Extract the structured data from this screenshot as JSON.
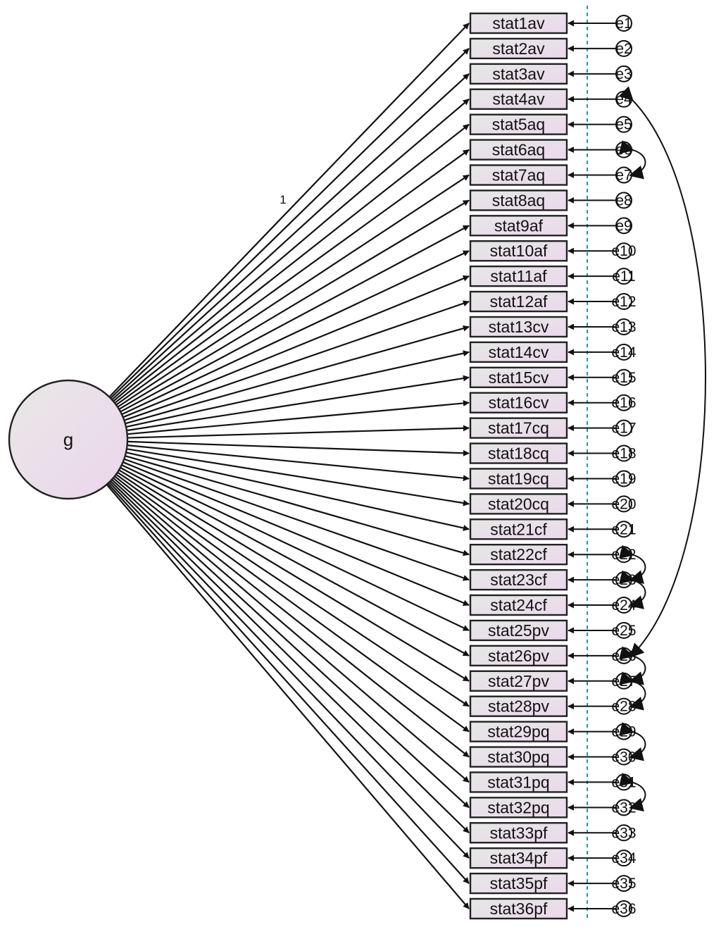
{
  "latent": {
    "label": "g"
  },
  "fixed_loading_label": "1",
  "indicators": [
    "stat1av",
    "stat2av",
    "stat3av",
    "stat4av",
    "stat5aq",
    "stat6aq",
    "stat7aq",
    "stat8aq",
    "stat9af",
    "stat10af",
    "stat11af",
    "stat12af",
    "stat13cv",
    "stat14cv",
    "stat15cv",
    "stat16cv",
    "stat17cq",
    "stat18cq",
    "stat19cq",
    "stat20cq",
    "stat21cf",
    "stat22cf",
    "stat23cf",
    "stat24cf",
    "stat25pv",
    "stat26pv",
    "stat27pv",
    "stat28pv",
    "stat29pq",
    "stat30pq",
    "stat31pq",
    "stat32pq",
    "stat33pf",
    "stat34pf",
    "stat35pf",
    "stat36pf"
  ],
  "errors": [
    "e1",
    "e2",
    "e3",
    "e4",
    "e5",
    "e6",
    "e7",
    "e8",
    "e9",
    "e10",
    "e11",
    "e12",
    "e13",
    "e14",
    "e15",
    "e16",
    "e17",
    "e18",
    "e19",
    "e20",
    "e21",
    "e22",
    "e23",
    "e24",
    "e25",
    "e26",
    "e27",
    "e28",
    "e29",
    "e30",
    "e31",
    "e32",
    "e33",
    "e34",
    "e35",
    "e36"
  ],
  "error_covariances": [
    [
      "e4",
      "e26"
    ],
    [
      "e6",
      "e7"
    ],
    [
      "e22",
      "e23"
    ],
    [
      "e23",
      "e24"
    ],
    [
      "e26",
      "e27"
    ],
    [
      "e27",
      "e28"
    ],
    [
      "e29",
      "e30"
    ],
    [
      "e31",
      "e32"
    ]
  ],
  "colors": {
    "box_fill_start": "#e4e8e4",
    "box_fill_end": "#ecd8ec",
    "latent_fill_start": "#e8e8e6",
    "latent_fill_end": "#ecd6ec"
  }
}
